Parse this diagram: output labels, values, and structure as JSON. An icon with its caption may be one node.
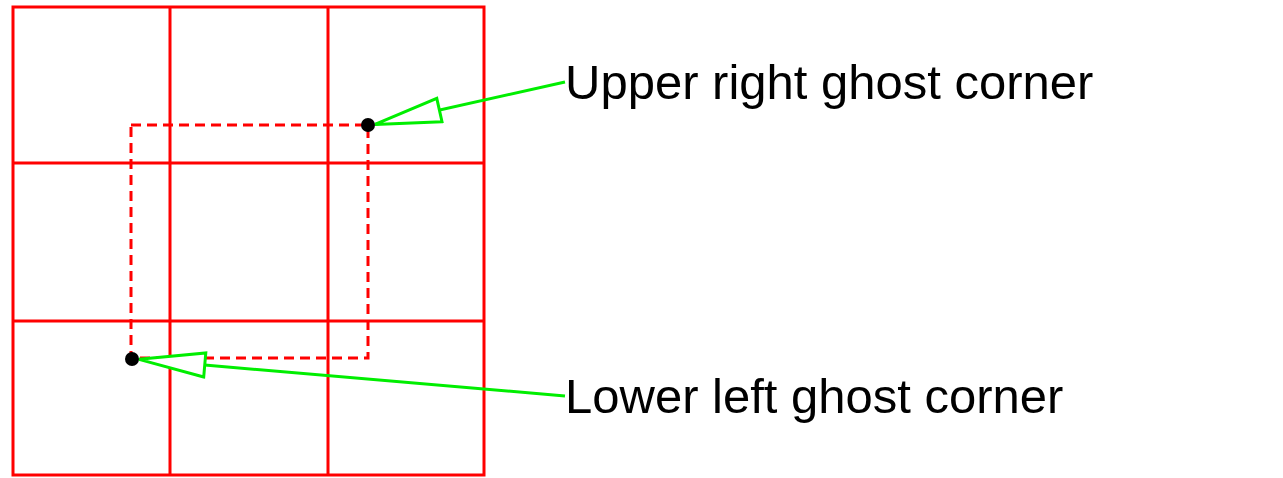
{
  "diagram": {
    "nodes": [
      {
        "text": [
          "Upper right ghost corner"
        ]
      },
      {
        "text": [],
        "shape": "circle"
      },
      {
        "text": [
          "Lower left ghost corner"
        ]
      },
      {
        "text": [],
        "shape": "circle"
      }
    ],
    "edges": [
      {
        "from": 0,
        "to": 1,
        "arrow": "to"
      },
      {
        "from": 2,
        "to": 3,
        "arrow": "to"
      }
    ]
  }
}
